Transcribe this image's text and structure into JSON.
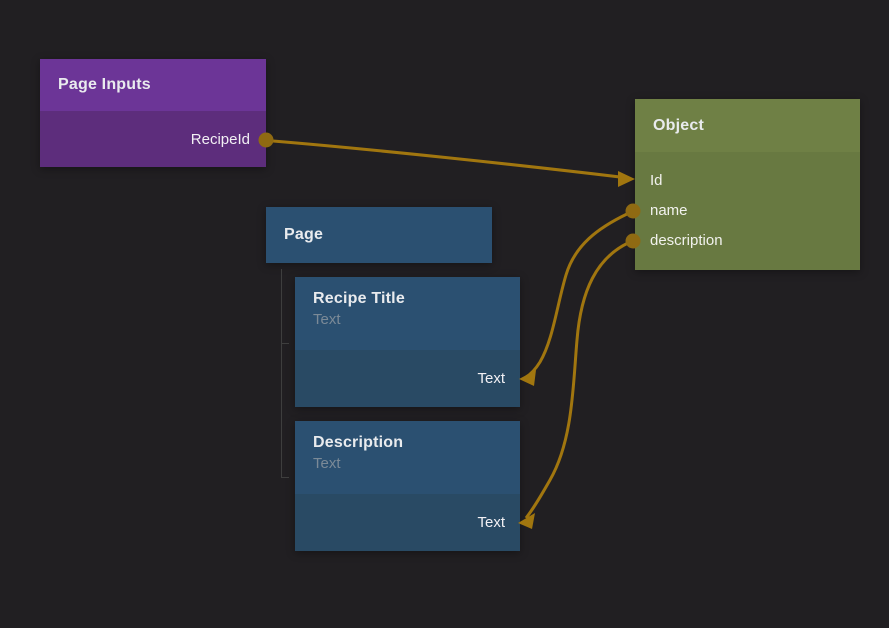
{
  "colors": {
    "background": "#211f22",
    "purple_header": "#6c3597",
    "purple_body": "#5d2d7c",
    "green_header": "#6f8045",
    "green_body": "#687941",
    "blue_header": "#2b5071",
    "blue_body": "#294a64",
    "wire": "#a1760f",
    "port_dot": "#8f6a12",
    "tree_line": "#3e3e3e",
    "title_text": "#e9ebee",
    "muted_text": "#7b8a97"
  },
  "nodes": {
    "page_inputs": {
      "title": "Page Inputs",
      "output": "RecipeId"
    },
    "object": {
      "title": "Object",
      "fields": [
        "Id",
        "name",
        "description"
      ]
    },
    "page": {
      "title": "Page"
    },
    "recipe_title": {
      "title": "Recipe Title",
      "subtitle": "Text",
      "input": "Text"
    },
    "description": {
      "title": "Description",
      "subtitle": "Text",
      "input": "Text"
    }
  },
  "edges": [
    {
      "from": "Page Inputs / RecipeId",
      "to": "Object / Id"
    },
    {
      "from": "Object / name",
      "to": "Recipe Title / Text"
    },
    {
      "from": "Object / description",
      "to": "Description / Text"
    }
  ]
}
